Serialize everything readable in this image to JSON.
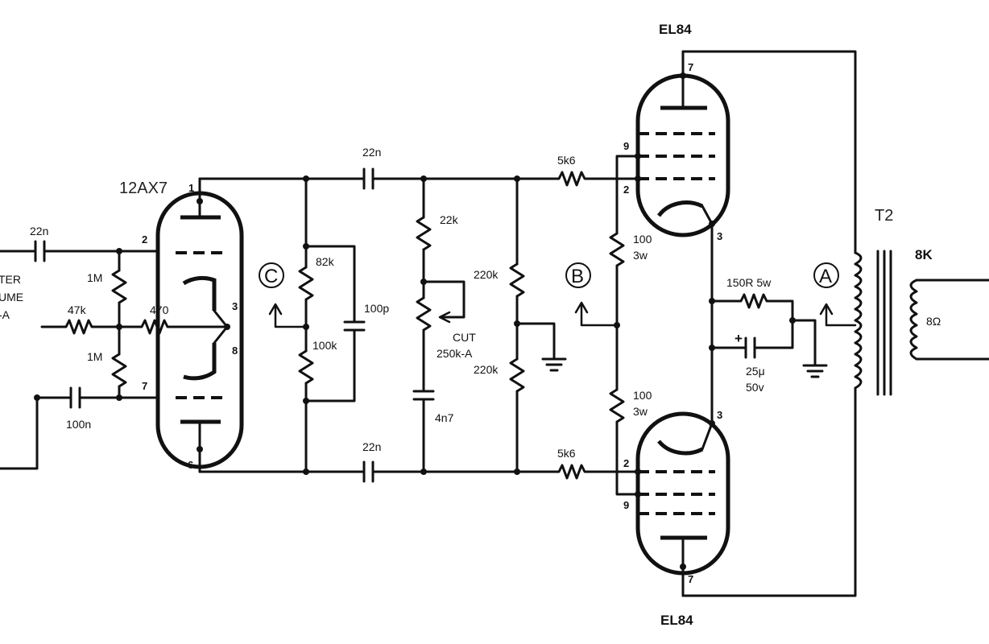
{
  "tubes": {
    "preamp": "12AX7",
    "output_top": "EL84",
    "output_bottom": "EL84"
  },
  "transformer": {
    "name": "T2",
    "primary": "8K",
    "secondary": "8Ω"
  },
  "input_label": [
    "TER",
    "UME",
    "-A"
  ],
  "components": {
    "c_in": "22n",
    "r_grid_top": "1M",
    "r_grid_bottom": "1M",
    "r_feedback": "47k",
    "r_cathode": "470",
    "c_grid": "100n",
    "c_couple_top": "22n",
    "c_couple_bottom": "22n",
    "r_plate_top": "82k",
    "r_plate_bottom": "100k",
    "c_bridge": "100p",
    "r_cut": "22k",
    "pot_cut_name": "CUT",
    "pot_cut_value": "250k-A",
    "c_cut": "4n7",
    "r_bias_top": "220k",
    "r_bias_bottom": "220k",
    "r_stop_top": "5k6",
    "r_stop_bottom": "5k6",
    "r_screen_top_a": "100",
    "r_screen_top_b": "3w",
    "r_screen_bottom_a": "100",
    "r_screen_bottom_b": "3w",
    "r_cathode_out": "150R 5w",
    "c_cathode_out_a": "25μ",
    "c_cathode_out_b": "50v",
    "c_cathode_polarity": "+"
  },
  "pins": {
    "p1": "1",
    "p2": "2",
    "p3": "3",
    "p8": "8",
    "p7": "7",
    "p6": "6",
    "top_p7": "7",
    "top_p9": "9",
    "top_p2": "2",
    "top_p3": "3",
    "bot_p3": "3",
    "bot_p2": "2",
    "bot_p9": "9",
    "bot_p7": "7"
  },
  "test_points": {
    "a": "A",
    "b": "B",
    "c": "C"
  }
}
